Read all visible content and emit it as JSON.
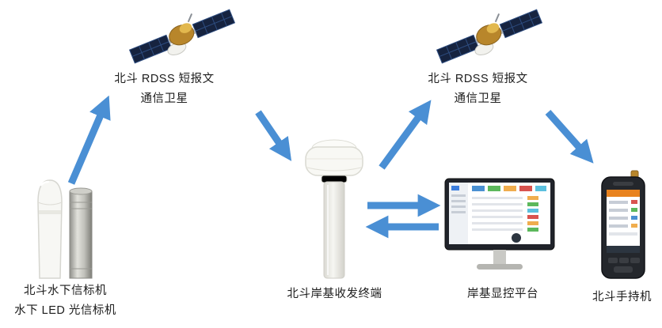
{
  "diagram": {
    "satellite_left": {
      "line1": "北斗 RDSS 短报文",
      "line2": "通信卫星"
    },
    "satellite_right": {
      "line1": "北斗 RDSS 短报文",
      "line2": "通信卫星"
    },
    "underwater_beacon": {
      "line1": "北斗水下信标机",
      "line2": "水下 LED 光信标机"
    },
    "shore_terminal": {
      "label": "北斗岸基收发终端"
    },
    "display_platform": {
      "label": "岸基显控平台"
    },
    "handheld": {
      "label": "北斗手持机"
    }
  },
  "colors": {
    "arrow": "#4a8fd4",
    "text": "#1c1c1c",
    "background": "#ffffff",
    "solar_panel": "#16233f",
    "satellite_body_gold": "#b8862b"
  }
}
